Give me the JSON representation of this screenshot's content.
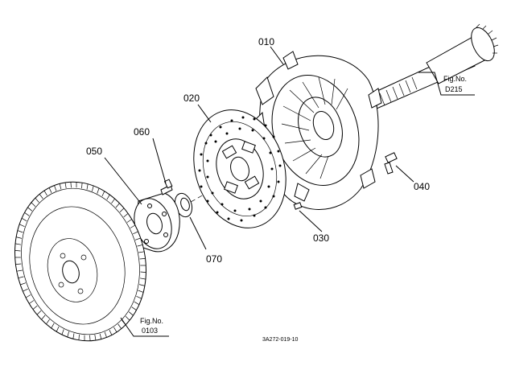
{
  "labels": {
    "p010": "010",
    "p020": "020",
    "p030": "030",
    "p040": "040",
    "p050": "050",
    "p060": "060",
    "p070": "070"
  },
  "refs": {
    "shaft": {
      "line1": "Fig.No.",
      "line2": "D215"
    },
    "flywheel": {
      "line1": "Fig.No.",
      "line2": "0103"
    }
  },
  "drawing_code": "3A272-019-10"
}
